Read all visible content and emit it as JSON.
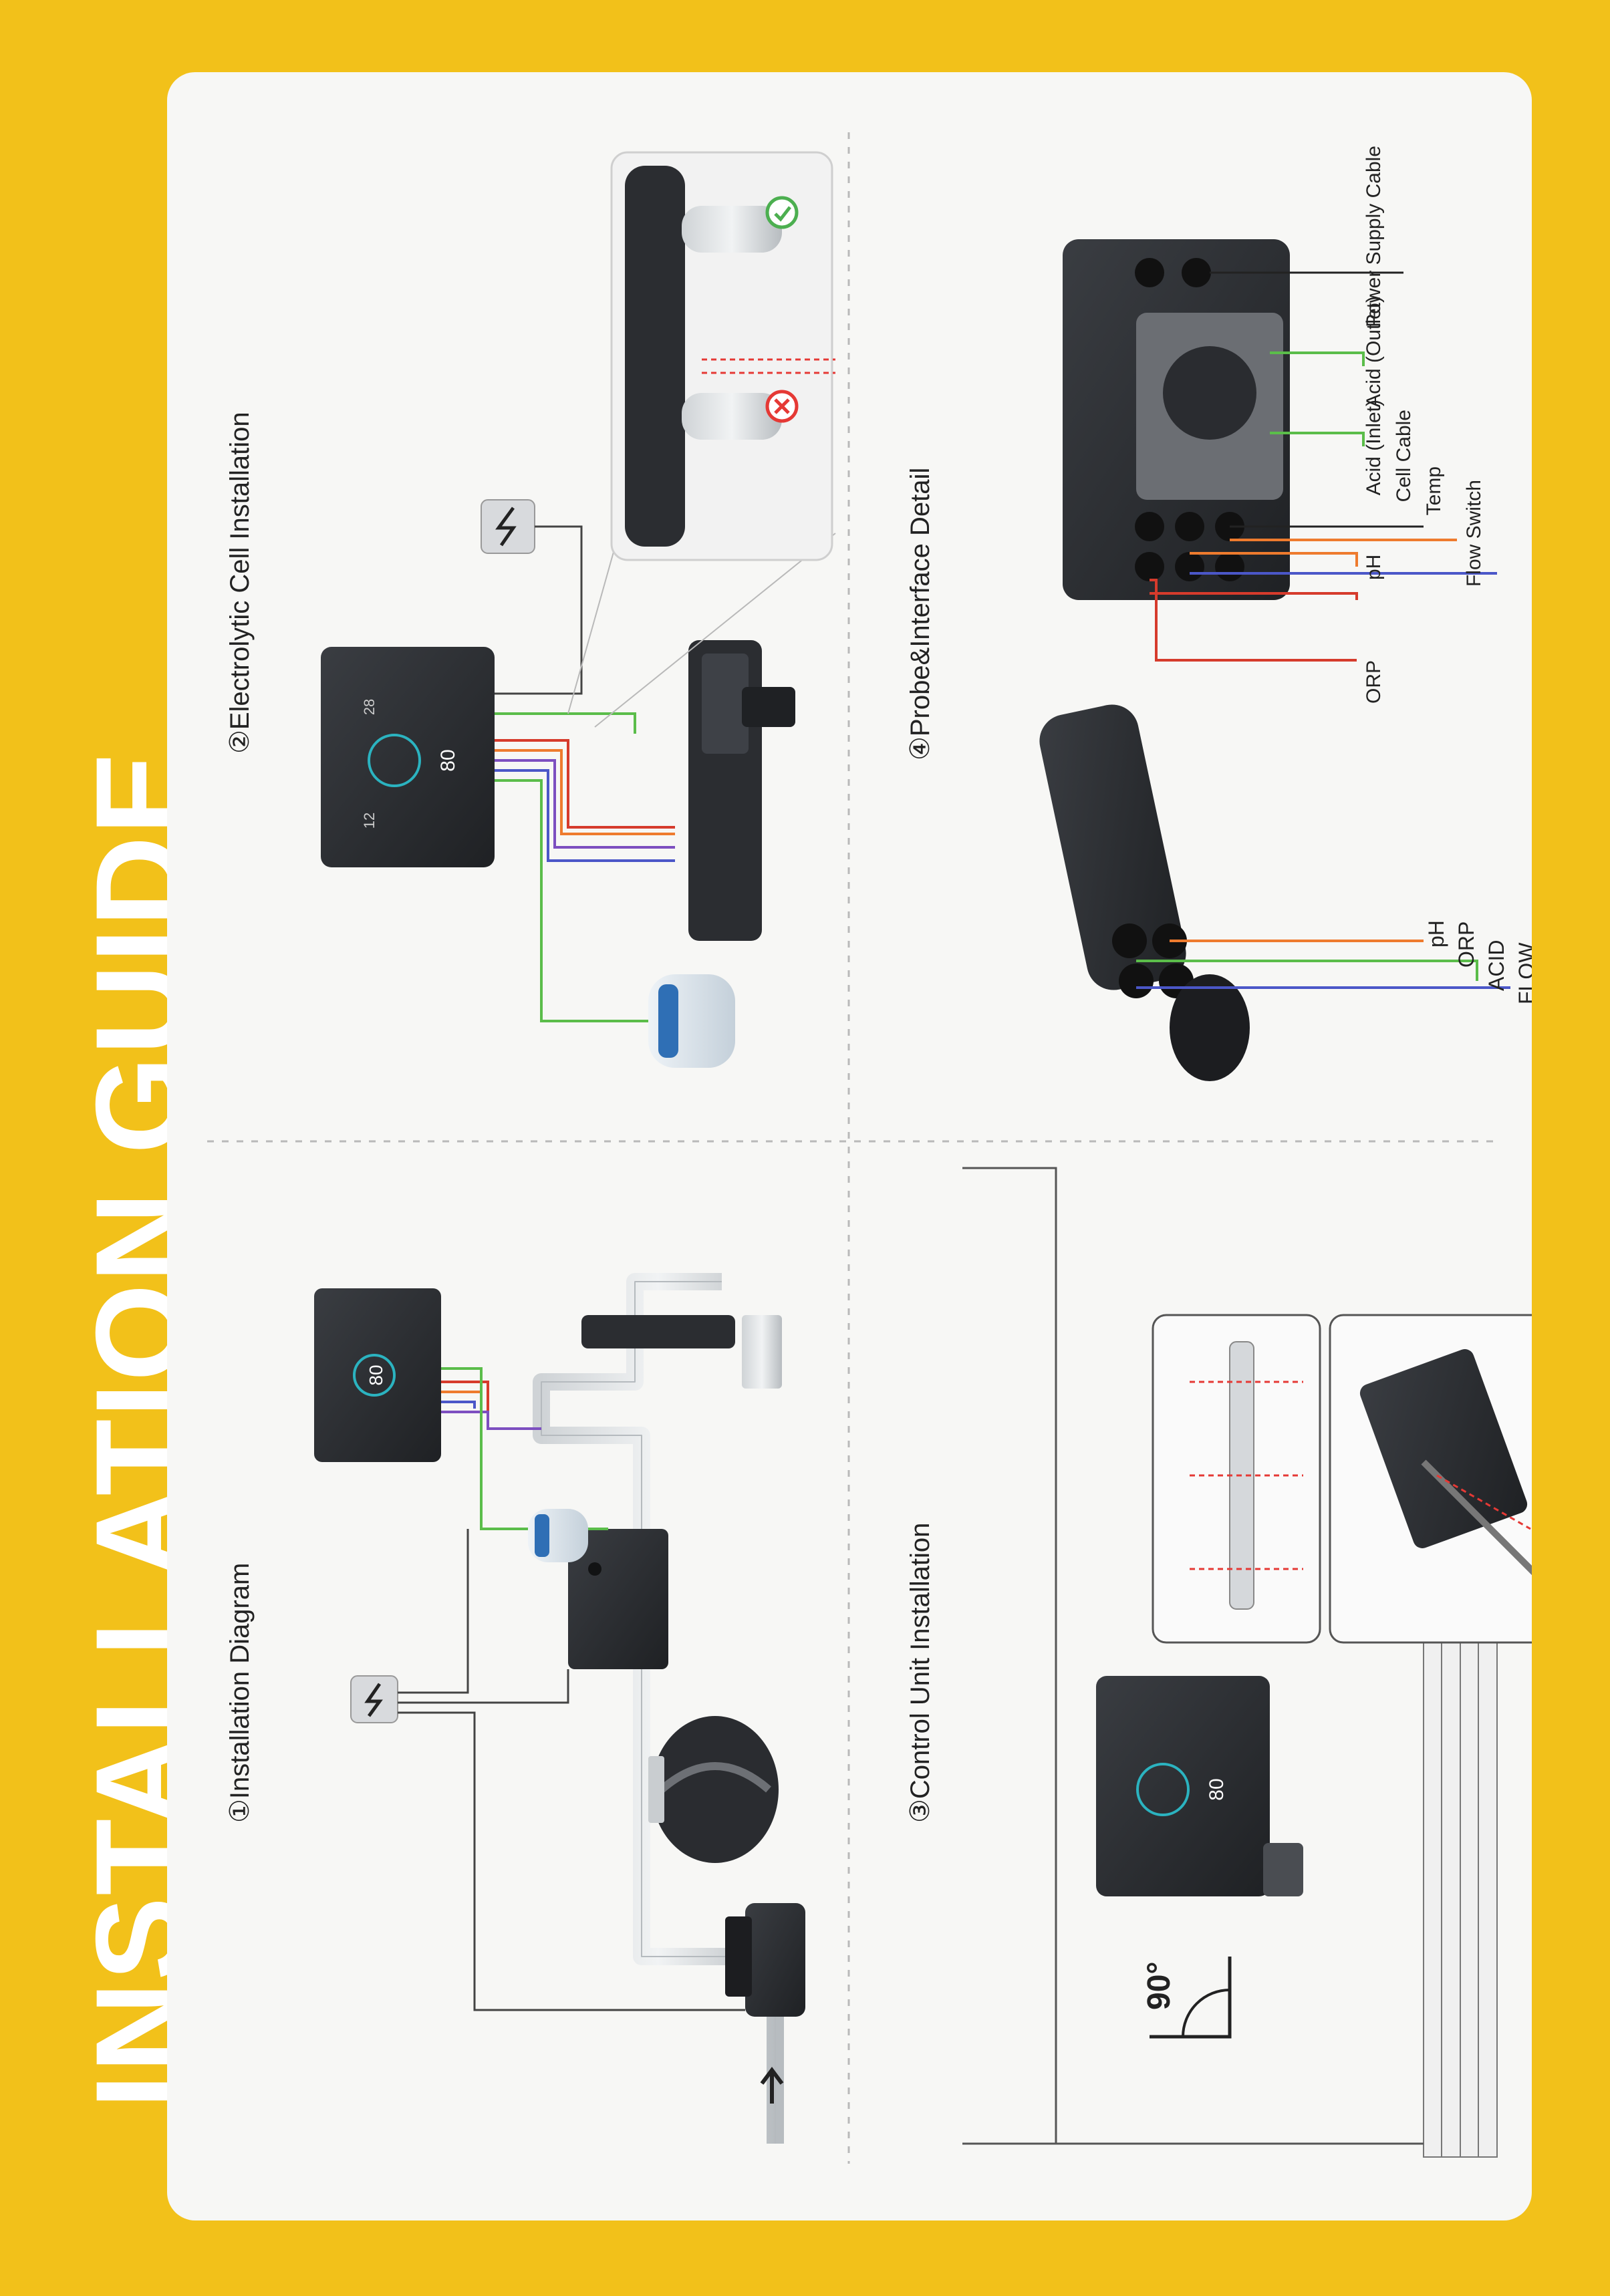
{
  "page": {
    "title": "INSTALLATION GUIDE",
    "colors": {
      "background": "#f2c11a",
      "panel": "#f7f7f5",
      "wire_red": "#d63b2c",
      "wire_orange": "#ee7b2e",
      "wire_green": "#5bbd4a",
      "wire_blue": "#4b57c8",
      "wire_purple": "#7d4fc0",
      "device": "#2d2f33",
      "ok_green": "#4caf50",
      "bad_red": "#e53935"
    }
  },
  "sections": {
    "installation_diagram": {
      "title": "①Installation Diagram"
    },
    "electrolytic_cell": {
      "title": "②Electrolytic Cell Installation"
    },
    "control_unit": {
      "title": "③Control Unit Installation",
      "angle": "90°"
    },
    "probe_interface": {
      "title": "④Probe&Interface Detail",
      "cell_labels": [
        "pH",
        "ORP",
        "ACID",
        "FLOW"
      ],
      "unit_labels": [
        "Power Supply Cable",
        "Acid (Outlet)",
        "Acid (Inlet)",
        "Cell Cable",
        "Temp",
        "pH",
        "Flow Switch",
        "ORP"
      ]
    }
  },
  "screen": {
    "reading_1": "80",
    "reading_2": "28",
    "reading_3": "12"
  }
}
